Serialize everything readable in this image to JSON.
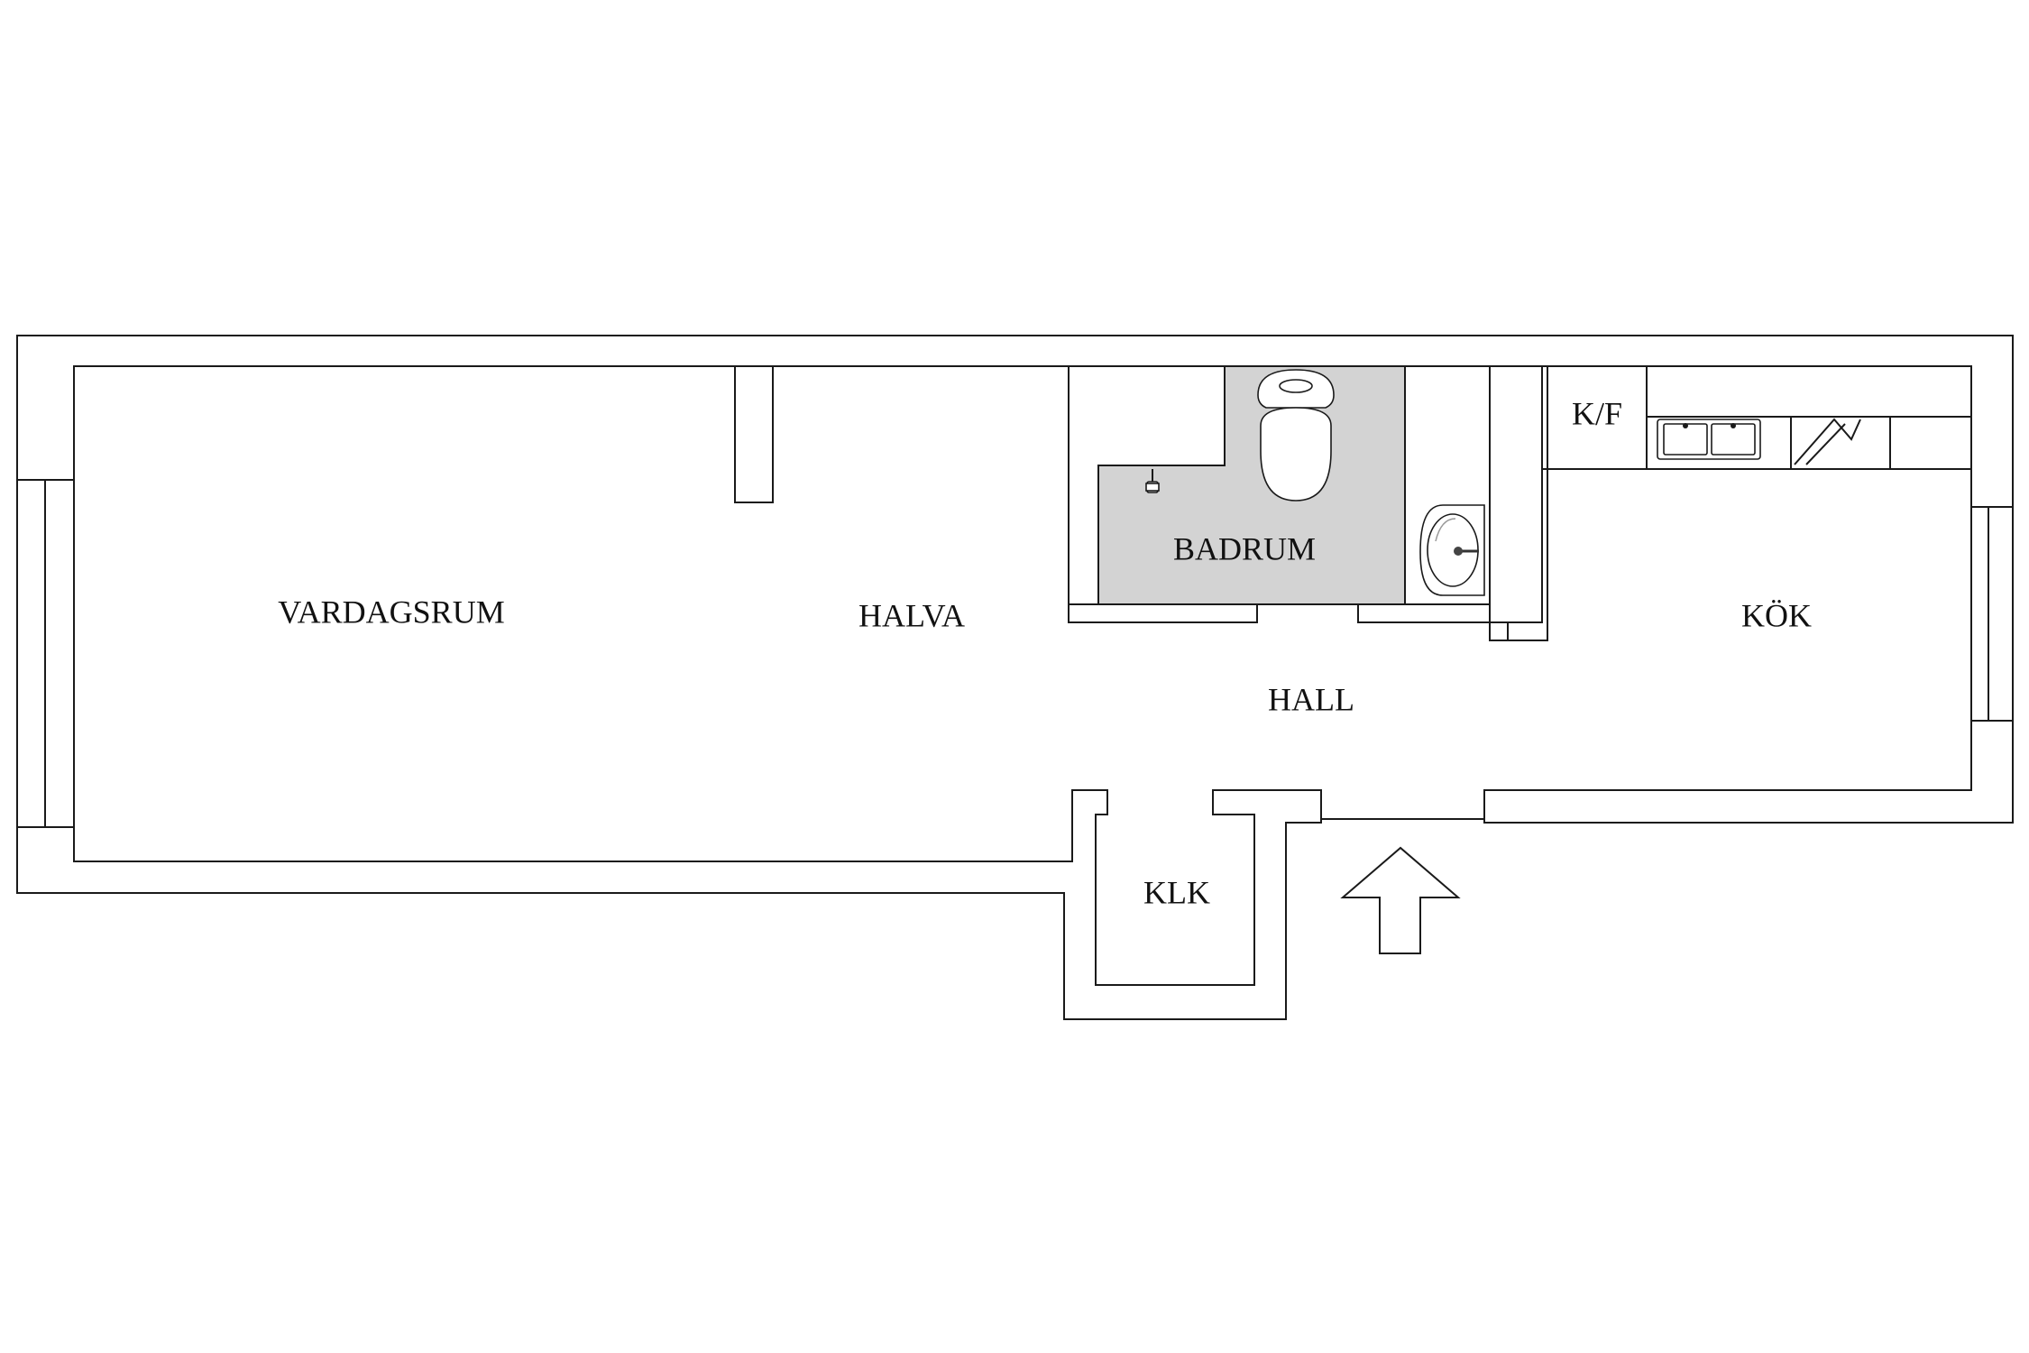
{
  "floorplan": {
    "rooms": {
      "vardagsrum": "VARDAGSRUM",
      "halva": "HALVA",
      "badrum": "BADRUM",
      "hall": "HALL",
      "kok": "KÖK",
      "kf": "K/F",
      "klk": "KLK"
    },
    "colors": {
      "wall_fill": "#ffffff",
      "line": "#1a1a1a",
      "bathroom_floor": "#d3d3d3"
    },
    "icons": {
      "entrance": "entrance-arrow-icon",
      "toilet": "toilet-icon",
      "sink": "sink-icon",
      "faucet": "faucet-icon",
      "kitchen_sink": "kitchen-sink-icon",
      "stove": "stove-icon"
    }
  }
}
